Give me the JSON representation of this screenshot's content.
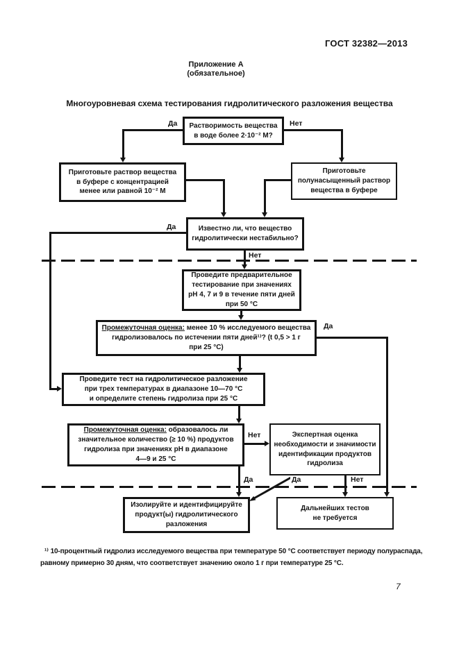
{
  "page": {
    "doc_number": "ГОСТ 32382—2013",
    "annex_title": "Приложение А",
    "annex_subtitle": "(обязательное)",
    "title": "Многоуровневая схема тестирования гидролитического разложения вещества",
    "page_number": "7"
  },
  "flowchart": {
    "labels": {
      "yes": "Да",
      "no": "Нет"
    },
    "nodes": {
      "solubility": {
        "lines": [
          "Растворимость вещества",
          "в воде более 2·10⁻² М?"
        ]
      },
      "buffer_solution": {
        "lines": [
          "Приготовьте раствор вещества",
          "в буфере с концентрацией",
          "менее или равной 10⁻² М"
        ]
      },
      "semi_saturated": {
        "lines": [
          "Приготовьте",
          "полунасыщенный раствор",
          "вещества в буфере"
        ]
      },
      "known_unstable": {
        "lines": [
          "Известно ли, что вещество",
          "гидролитически нестабильно?"
        ]
      },
      "preliminary_test": {
        "lines": [
          "Проведите предварительное",
          "тестирование при значениях",
          "pH 4, 7 и 9 в течение пяти дней",
          "при 50 °С"
        ]
      },
      "interim_1": {
        "lead": "Промежуточная оценка:",
        "rest": " менее 10 % исследуемого вещества",
        "lines": [
          "гидролизовалось по истечении пяти дней¹⁾? (t 0,5 > 1 г",
          "при 25 °С)"
        ]
      },
      "hydrolysis_test": {
        "lines": [
          "Проведите тест на гидролитическое разложение",
          "при трех температурах в диапазоне 10—70 °С",
          "и определите степень гидролиза при 25 °С"
        ]
      },
      "interim_2": {
        "lead": "Промежуточная оценка:",
        "rest": " образовалось ли",
        "lines": [
          "значительное количество (≥ 10 %) продуктов",
          "гидролиза при значениях pH в диапазоне",
          "4—9 и 25 °С"
        ]
      },
      "expert_eval": {
        "lines": [
          "Экспертная оценка",
          "необходимости и значимости",
          "идентификации продуктов",
          "гидролиза"
        ]
      },
      "isolate_identify": {
        "lines": [
          "Изолируйте и идентифицируйте",
          "продукт(ы) гидролитического",
          "разложения"
        ]
      },
      "no_further_tests": {
        "lines": [
          "Дальнейших тестов",
          "не требуется"
        ]
      }
    }
  },
  "footnote": {
    "marker": "¹⁾",
    "line1": "10-процентный гидролиз исследуемого вещества при температуре 50 °С соответствует периоду полураспада,",
    "line2": "равному примерно 30 дням, что соответствует значению около 1 г при температуре 25 °С."
  }
}
